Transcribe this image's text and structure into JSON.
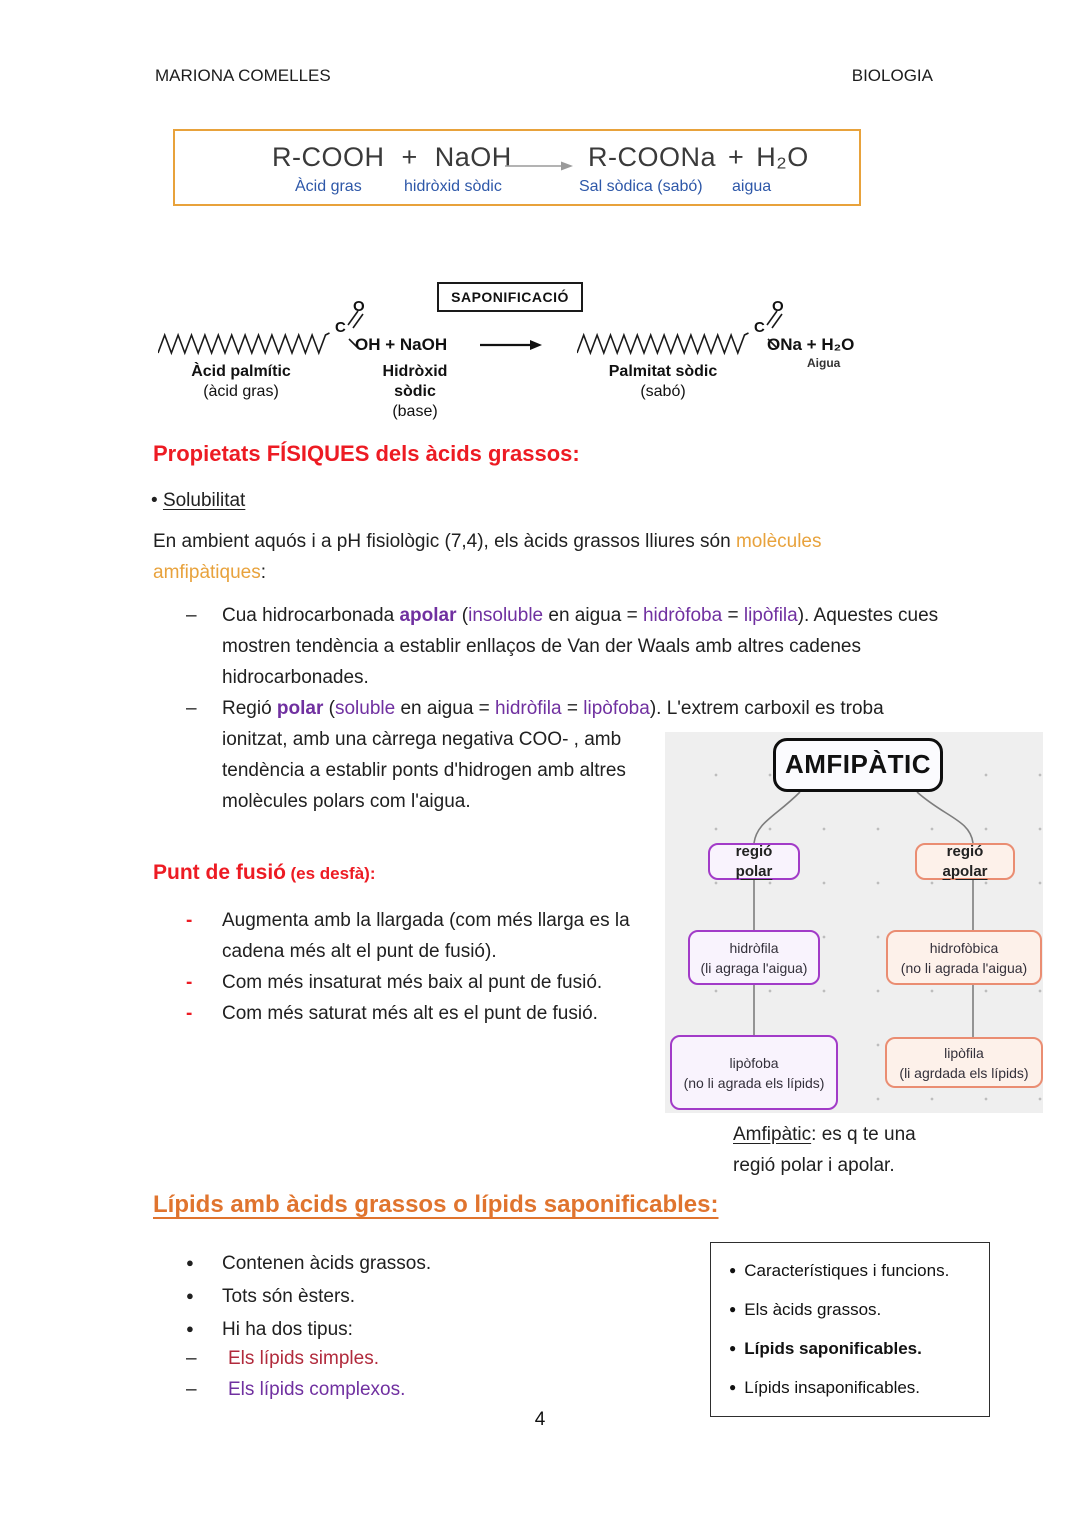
{
  "header": {
    "left": "MARIONA COMELLES",
    "right": "BIOLOGIA"
  },
  "equation": {
    "lhs": "R-COOH + NaOH",
    "rhs": "R-COONa + H₂O",
    "labels": {
      "acid": "Àcid gras",
      "base": "hidròxid sòdic",
      "salt": "Sal sòdica (sabó)",
      "water": "aigua"
    }
  },
  "sapon": {
    "title": "SAPONIFICACIÓ",
    "left": {
      "c": "C",
      "o": "O",
      "group": "OH + NaOH",
      "name": "Àcid palmític",
      "sub": "(àcid gras)"
    },
    "base": {
      "line1": "Hidròxid",
      "line2": "sòdic",
      "sub": "(base)"
    },
    "right": {
      "c": "C",
      "o": "O",
      "group": "ONa + H₂O",
      "water_note": "Aigua",
      "name": "Palmitat sòdic",
      "sub": "(sabó)"
    }
  },
  "props": {
    "heading": "Propietats FÍSIQUES dels àcids grassos:",
    "solubilitat": [
      {
        "t": "• "
      },
      {
        "t": "Solubilitat",
        "s": "u"
      }
    ],
    "intro": [
      {
        "t": "En ambient aquós i a pH fisiològic (7,4), els àcids grassos lliures són "
      },
      {
        "t": "molècules amfipàtiques",
        "s": "orange"
      },
      {
        "t": ":"
      }
    ],
    "dash": "–",
    "item1": [
      {
        "t": "Cua hidrocarbonada "
      },
      {
        "t": "apolar",
        "s": "purple-b"
      },
      {
        "t": " ("
      },
      {
        "t": "insoluble",
        "s": "purple"
      },
      {
        "t": " en aigua = "
      },
      {
        "t": "hidròfoba",
        "s": "purple"
      },
      {
        "t": " = "
      },
      {
        "t": "lipòfila",
        "s": "purple"
      },
      {
        "t": "). Aquestes cues mostren tendència a establir enllaços de Van der Waals amb altres cadenes hidrocarbonades."
      }
    ],
    "item2a": [
      {
        "t": "Regió "
      },
      {
        "t": "polar",
        "s": "purple-b"
      },
      {
        "t": " ("
      },
      {
        "t": "soluble",
        "s": "purple"
      },
      {
        "t": " en aigua = "
      },
      {
        "t": "hidròfila",
        "s": "purple"
      },
      {
        "t": " = "
      },
      {
        "t": "lipòfoba",
        "s": "purple"
      },
      {
        "t": "). L'extrem carboxil es troba"
      }
    ],
    "item2b": "ionitzat, amb una càrrega negativa COO- , amb tendència a establir ponts d'hidrogen amb altres molècules polars com l'aigua."
  },
  "fusio": {
    "title": "Punt de fusió",
    "subtitle": "(es desfà):",
    "dash": "-",
    "items": [
      "Augmenta amb la llargada (com més llarga es la cadena més alt el punt de fusió).",
      "Com més insaturat més baix al punt de fusió.",
      "Com més saturat més alt es el punt de fusió."
    ]
  },
  "diagram": {
    "title": "AMFIPÀTIC",
    "polar": [
      {
        "t": "regió "
      },
      {
        "t": "polar",
        "s": "u"
      }
    ],
    "apolar": [
      {
        "t": "regió "
      },
      {
        "t": "apolar",
        "s": "u"
      }
    ],
    "hidrofila": {
      "line1": "hidròfila",
      "line2": "(li agraga l'aigua)"
    },
    "hidrofobica": {
      "line1": "hidrofòbica",
      "line2": "(no li agrada l'aigua)"
    },
    "lipofoba": {
      "line1": "lipòfoba",
      "line2": "(no li agrada els lípids)"
    },
    "lipofila": {
      "line1": "lipòfila",
      "line2": "(li agrdada els lípids)"
    }
  },
  "note": [
    {
      "t": "Amfipàtic",
      "s": "u"
    },
    {
      "t": ": es q te una regió polar i apolar."
    }
  ],
  "saponificables": {
    "heading": "Lípids amb àcids grassos o lípids saponificables:",
    "bullets": [
      {
        "marker": "●",
        "segs": [
          {
            "t": "Contenen àcids grassos."
          }
        ]
      },
      {
        "marker": "●",
        "segs": [
          {
            "t": "Tots són èsters."
          }
        ]
      },
      {
        "marker": "●",
        "segs": [
          {
            "t": "Hi ha dos tipus:"
          }
        ]
      },
      {
        "marker": "–",
        "segs": [
          {
            "t": "Els lípids simples.",
            "s": "darkred"
          }
        ]
      },
      {
        "marker": "–",
        "segs": [
          {
            "t": "Els lípids complexos.",
            "s": "purple"
          }
        ]
      }
    ]
  },
  "sidebox": {
    "items": [
      {
        "marker": "●",
        "segs": [
          {
            "t": "Característiques i funcions."
          }
        ]
      },
      {
        "marker": "●",
        "segs": [
          {
            "t": "Els àcids grassos."
          }
        ]
      },
      {
        "marker": "●",
        "segs": [
          {
            "t": "Lípids saponificables.",
            "s": "bold"
          }
        ]
      },
      {
        "marker": "●",
        "segs": [
          {
            "t": "Lípids insaponificables."
          }
        ]
      }
    ]
  },
  "page": {
    "number": "4"
  },
  "colors": {
    "heading_red": "#ED1B23",
    "heading_orange": "#E0742E",
    "highlight_orange": "#E8A23C",
    "term_purple": "#7030A0",
    "item_dark_red": "#B12A3C",
    "label_blue": "#2D57A8",
    "equation_border_orange": "#E8A23B"
  }
}
